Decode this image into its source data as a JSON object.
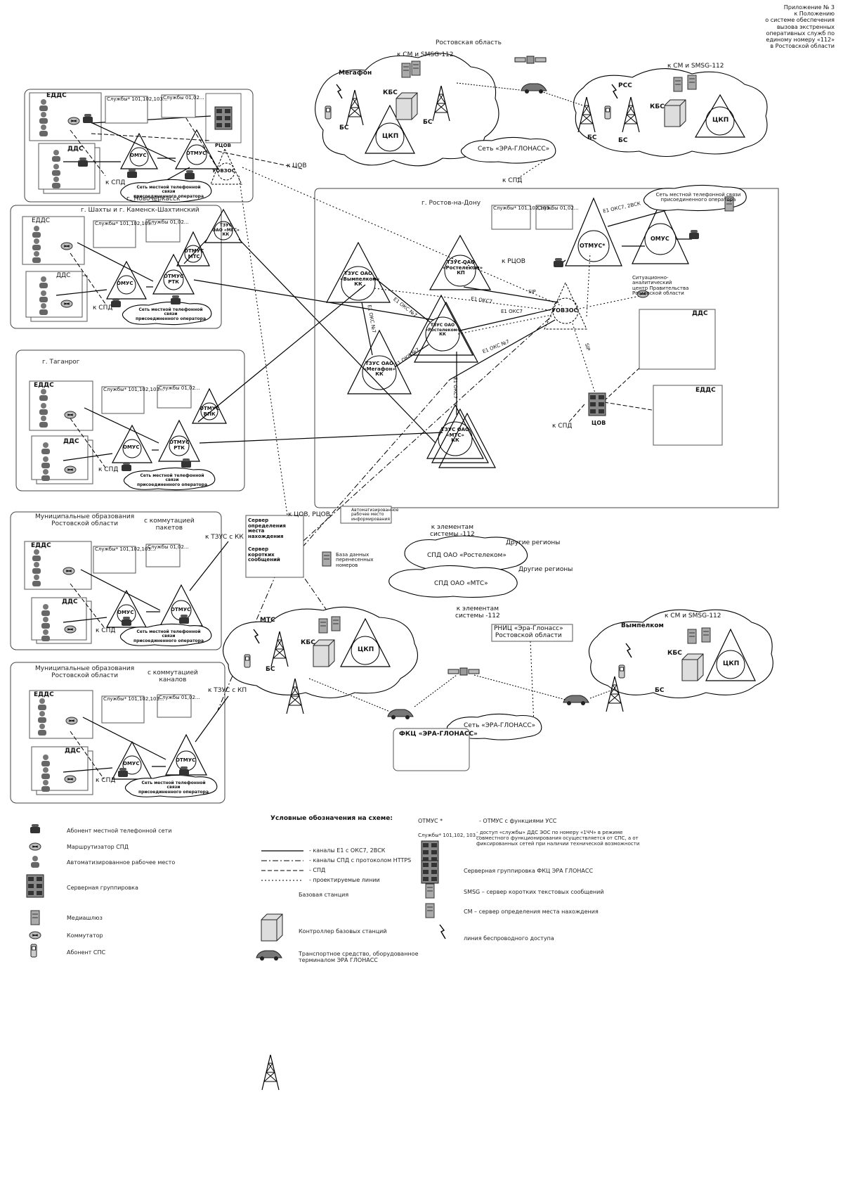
{
  "header": {
    "annex": "Приложение № 3\nк Положению\nо системе обеспечения\nвызова экстренных\nоперативных служб по\nединому номеру «112»\nв Ростовской области"
  },
  "regions": {
    "rostov_oblast_title": "Ростовская область",
    "novocherkassk": "г. Новочеркасск",
    "shakhty": "г. Шахты   и   г. Каменск-Шахтинский",
    "taganrog": "г. Таганрог",
    "rostov_on_don": "г. Ростов-на-Дону",
    "municipal_packets": "Муниципальные образования\nРостовской области",
    "municipal_packets_mode": "с коммутацией\nпакетов",
    "municipal_channels": "Муниципальные образования\nРостовской области",
    "municipal_channels_mode": "с коммутацией\nканалов"
  },
  "nodes": {
    "edds": "ЕДДС",
    "dds": "ДДС",
    "omus": "ОМУС",
    "otmus": "ОТМУС",
    "otmus_star": "ОТМУС*",
    "otmus_mts": "ОТМУС\nМТС",
    "otmus_rtk": "ОТМУС\nРТК",
    "otmus_vpk": "ОТМУС\nВПК",
    "tzus_mgs": "ТЗУС\nОАО «МГС»\nКК",
    "uvzos": "УОВЗОС",
    "rtsov": "РЦОВ",
    "tsov": "ЦОВ",
    "to_spd": "к СПД",
    "to_tsov": "к ЦОВ",
    "to_rtsov": "к РЦОВ",
    "to_tsov_rtsov": "к ЦОВ, РЦОВ",
    "to_tzus_kk": "к ТЗУС с КК",
    "to_tzus_kp": "к ТЗУС с КП",
    "services_a": "Службы* 101,102,103...",
    "services_b": "Службы 01,02...",
    "local_net": "Сеть местной телефонной связи\nприсоединенного оператора",
    "tzus_vimpelcom": "ТЗУС ОАО\n«Вымпелком»\nКК",
    "tzus_rostelecom_kp": "ТЗУС ОАО\n«Ростелеком»\nКП",
    "tzus_rostelecom_kk": "ТЗУС ОАО\n«Ростелеком»\nКК",
    "tzus_megafon": "ТЗУС ОАО\n«Мегафон»\nКК",
    "tzus_mts": "ТЗУС ОАО\n«МТС»\nКК",
    "e1_oks7": "Е1 ОКС №7",
    "e1_oks7_short": "Е1 ОКС7",
    "e1_oks7_2vsk": "Е1 ОКС7, 2ВСК",
    "sip": "SIP",
    "analytic_center": "Ситуационно-аналитический\nцентр Правительства\nРостовской области",
    "cm_smsg": "к СМ и SMSG-112",
    "megafon": "Мегафон",
    "rss": "РСС",
    "mts": "МТС",
    "vimpelcom": "Вымпелком",
    "kbs": "КБС",
    "bs": "БС",
    "tskp": "ЦКП",
    "era_net": "Сеть «ЭРА-ГЛОНАСС»",
    "location_server": "Сервер\nопределения\nместа\nнахождения",
    "sms_server": "Сервер\nкоротких\nсообщений",
    "auto_workplace": "Автоматизированное\nрабочее место\nинформирования",
    "db_ported": "База данных\nперенесенных\nномеров",
    "to_elements": "к элементам\nсистемы -112",
    "spd_rostelecom": "СПД ОАО «Ростелеком»",
    "spd_mts": "СПД ОАО «МТС»",
    "other_regions": "Другие регионы",
    "rnits": "РНИЦ «Эра-Глонасс»\nРостовской области",
    "fkts": "ФКЦ «ЭРА-ГЛОНАСС»"
  },
  "legend": {
    "title": "Условные обозначения на схеме:",
    "left": [
      {
        "icon": "phone-subscriber-icon",
        "text": "Абонент местной телефонной сети"
      },
      {
        "icon": "router-icon",
        "text": "Маршрутизатор СПД"
      },
      {
        "icon": "workstation-icon",
        "text": "Автоматизированное рабочее место"
      },
      {
        "icon": "server-group-icon",
        "text": "Серверная группировка"
      },
      {
        "icon": "media-gateway-icon",
        "text": "Медиашлюз"
      },
      {
        "icon": "switch-icon",
        "text": "Коммутатор"
      },
      {
        "icon": "mobile-subscriber-icon",
        "text": "Абонент СПС"
      }
    ],
    "lines": [
      {
        "style": "solid",
        "text": "- каналы Е1 с ОКС7, 2ВСК"
      },
      {
        "style": "dashdot",
        "text": "- каналы СПД с протоколом HTTPS"
      },
      {
        "style": "dashed",
        "text": "- СПД"
      },
      {
        "style": "dotted",
        "text": "- проектируемые линии"
      }
    ],
    "middle": [
      {
        "icon": "base-station-icon",
        "text": "Базовая станция"
      },
      {
        "icon": "bs-controller-icon",
        "text": "Контроллер базовых станций"
      },
      {
        "icon": "car-icon",
        "text": "Транспортное средство, оборудованное\nтерминалом ЭРА ГЛОНАСС"
      }
    ],
    "right": [
      {
        "key": "ОТМУС *",
        "text": "- ОТМУС с функциями УСС"
      },
      {
        "key": "Службы* 101,102, 103...",
        "text": "- доступ «службы» ДДС ЭОС по номеру «1ЧЧ» в режиме\nсовместного функционирования осуществляется от СПС, а от\nфиксированных сетей при наличии технической возможности"
      },
      {
        "icon": "era-server-group-icon",
        "text": "Серверная группировка ФКЦ ЭРА ГЛОНАСС"
      },
      {
        "icon": "smsg-server-icon",
        "text": "SMSG – сервер коротких текстовых сообщений"
      },
      {
        "icon": "cm-server-icon",
        "text": "СМ – сервер определения места нахождения"
      },
      {
        "icon": "wireless-line-icon",
        "text": "линия беспроводного доступа"
      }
    ]
  }
}
